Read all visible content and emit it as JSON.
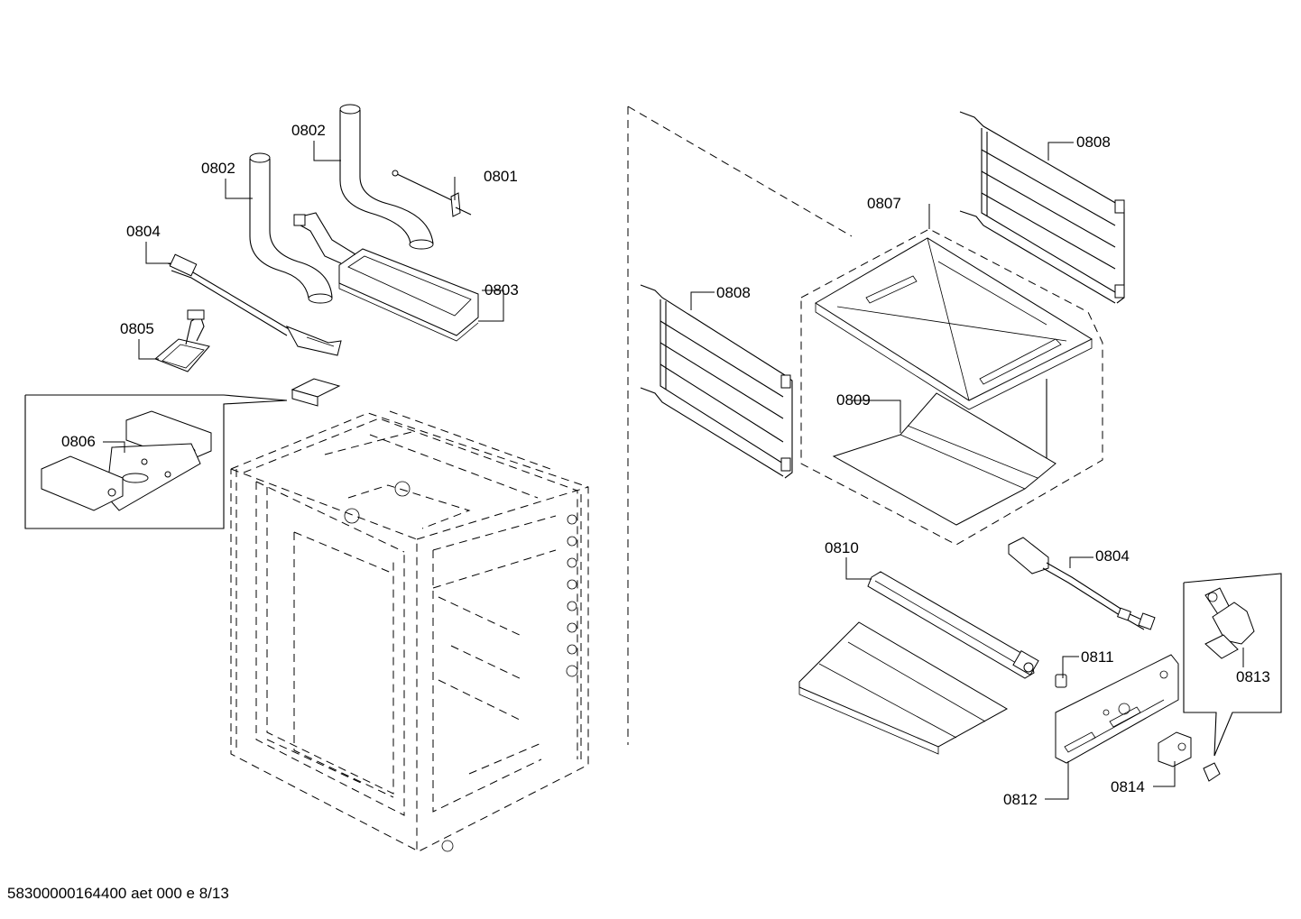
{
  "diagram": {
    "footer": "58300000164400 aet 000 e 8/13",
    "callouts": {
      "c0801": "0801",
      "c0802a": "0802",
      "c0802b": "0802",
      "c0803": "0803",
      "c0804a": "0804",
      "c0804b": "0804",
      "c0805": "0805",
      "c0806": "0806",
      "c0807": "0807",
      "c0808a": "0808",
      "c0808b": "0808",
      "c0809": "0809",
      "c0810": "0810",
      "c0811": "0811",
      "c0812": "0812",
      "c0813": "0813",
      "c0814": "0814"
    }
  }
}
